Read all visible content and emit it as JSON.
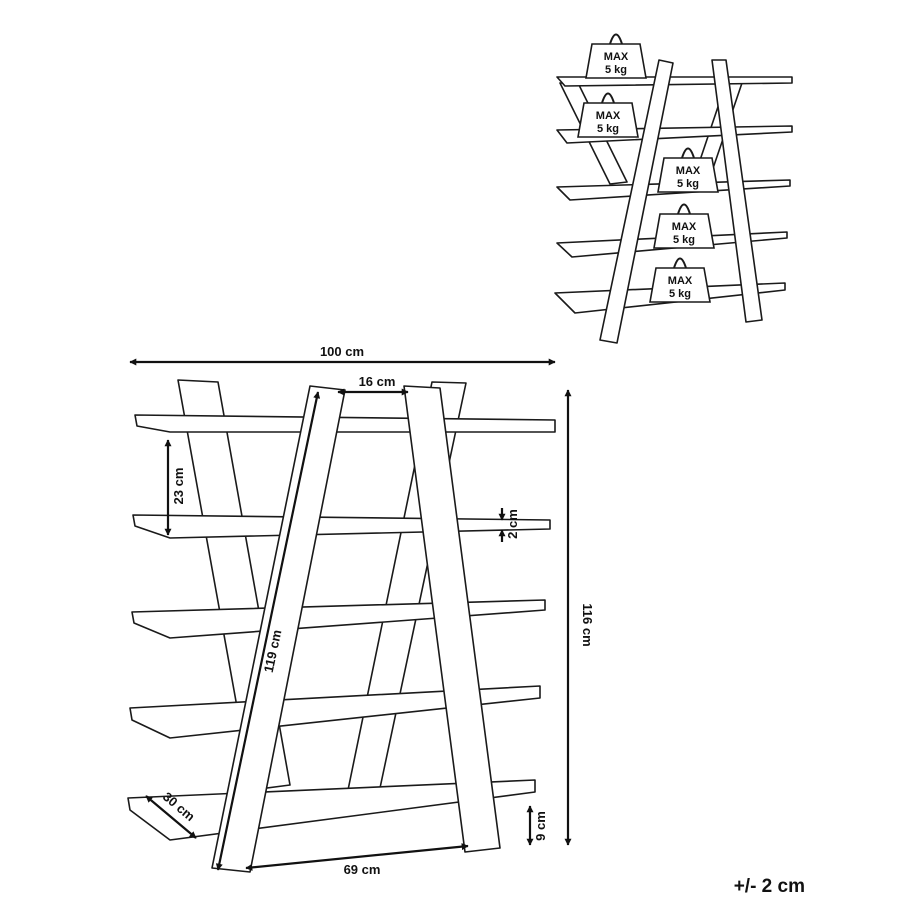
{
  "dimensions": {
    "width": "100 cm",
    "height": "116 cm",
    "leg_length": "119 cm",
    "leg_top_width": "16 cm",
    "leg_bottom_width": "69 cm",
    "shelf_spacing": "23 cm",
    "shelf_thickness": "2 cm",
    "shelf_depth": "30 cm",
    "bottom_clearance": "9 cm"
  },
  "load": {
    "line1": "MAX",
    "line2": "5 kg",
    "count": 5
  },
  "tolerance": "+/- 2 cm"
}
